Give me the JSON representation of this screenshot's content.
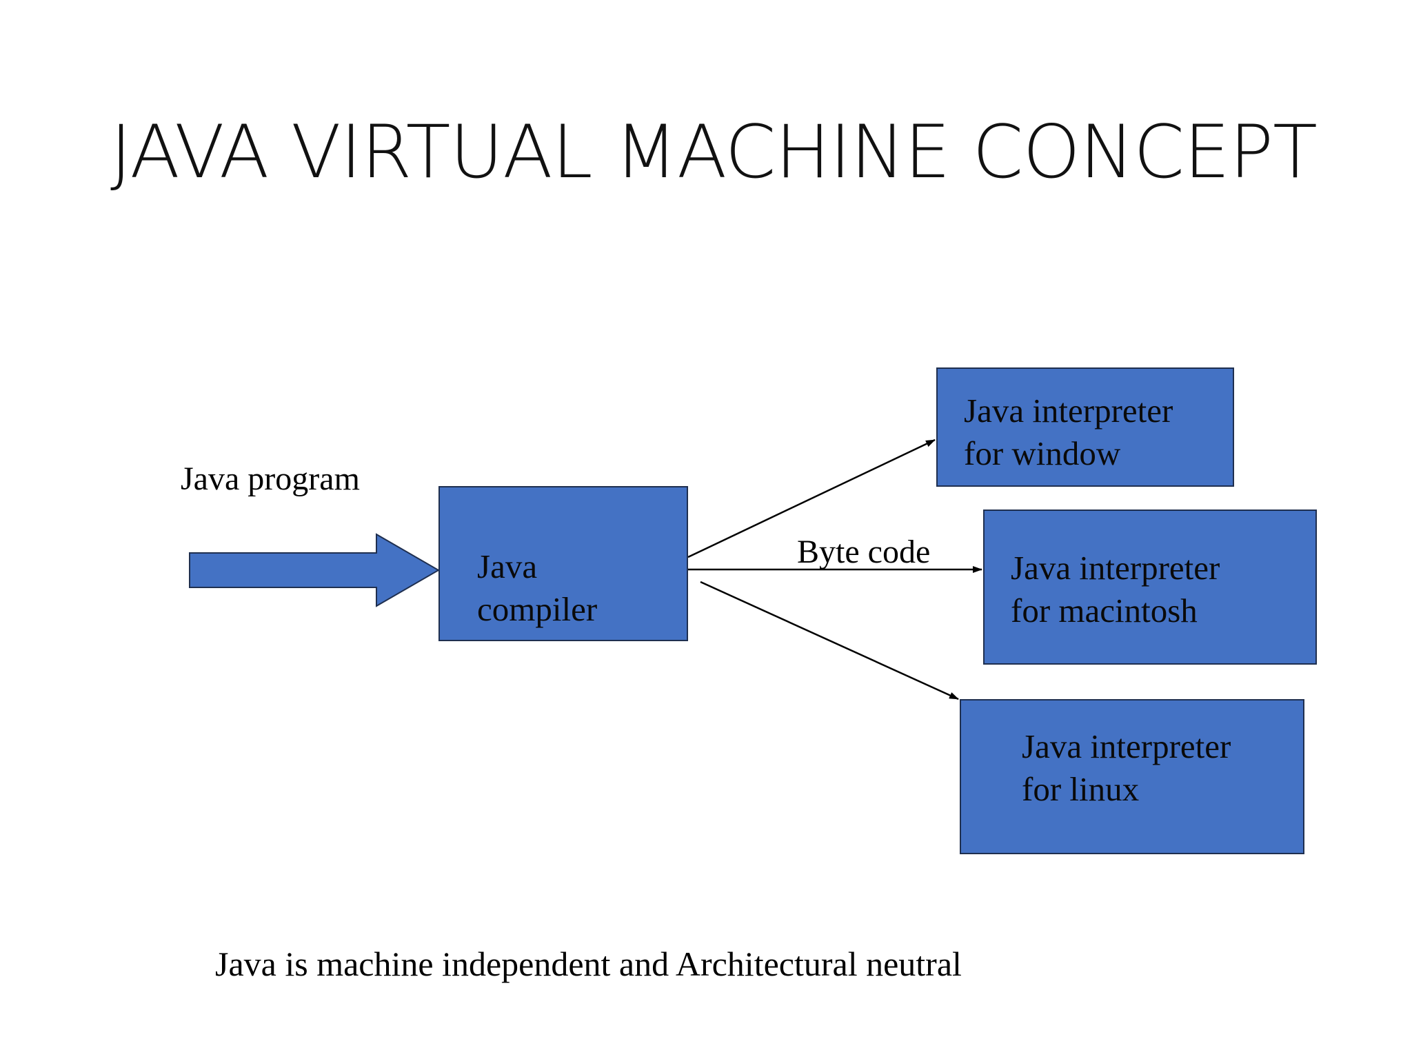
{
  "slide": {
    "title": "JAVA VIRTUAL MACHINE CONCEPT",
    "footer": "Java is machine independent and Architectural neutral"
  },
  "diagram": {
    "input_label": "Java program",
    "edge_label": "Byte code",
    "compiler": {
      "line1": "Java",
      "line2": "compiler"
    },
    "interpreters": [
      {
        "line1": "Java interpreter",
        "line2": "for window"
      },
      {
        "line1": "Java interpreter",
        "line2": "for macintosh"
      },
      {
        "line1": "Java interpreter",
        "line2": "for linux"
      }
    ]
  },
  "colors": {
    "box_fill": "#4472c4",
    "box_border": "#1f2f4f",
    "line": "#000000"
  }
}
